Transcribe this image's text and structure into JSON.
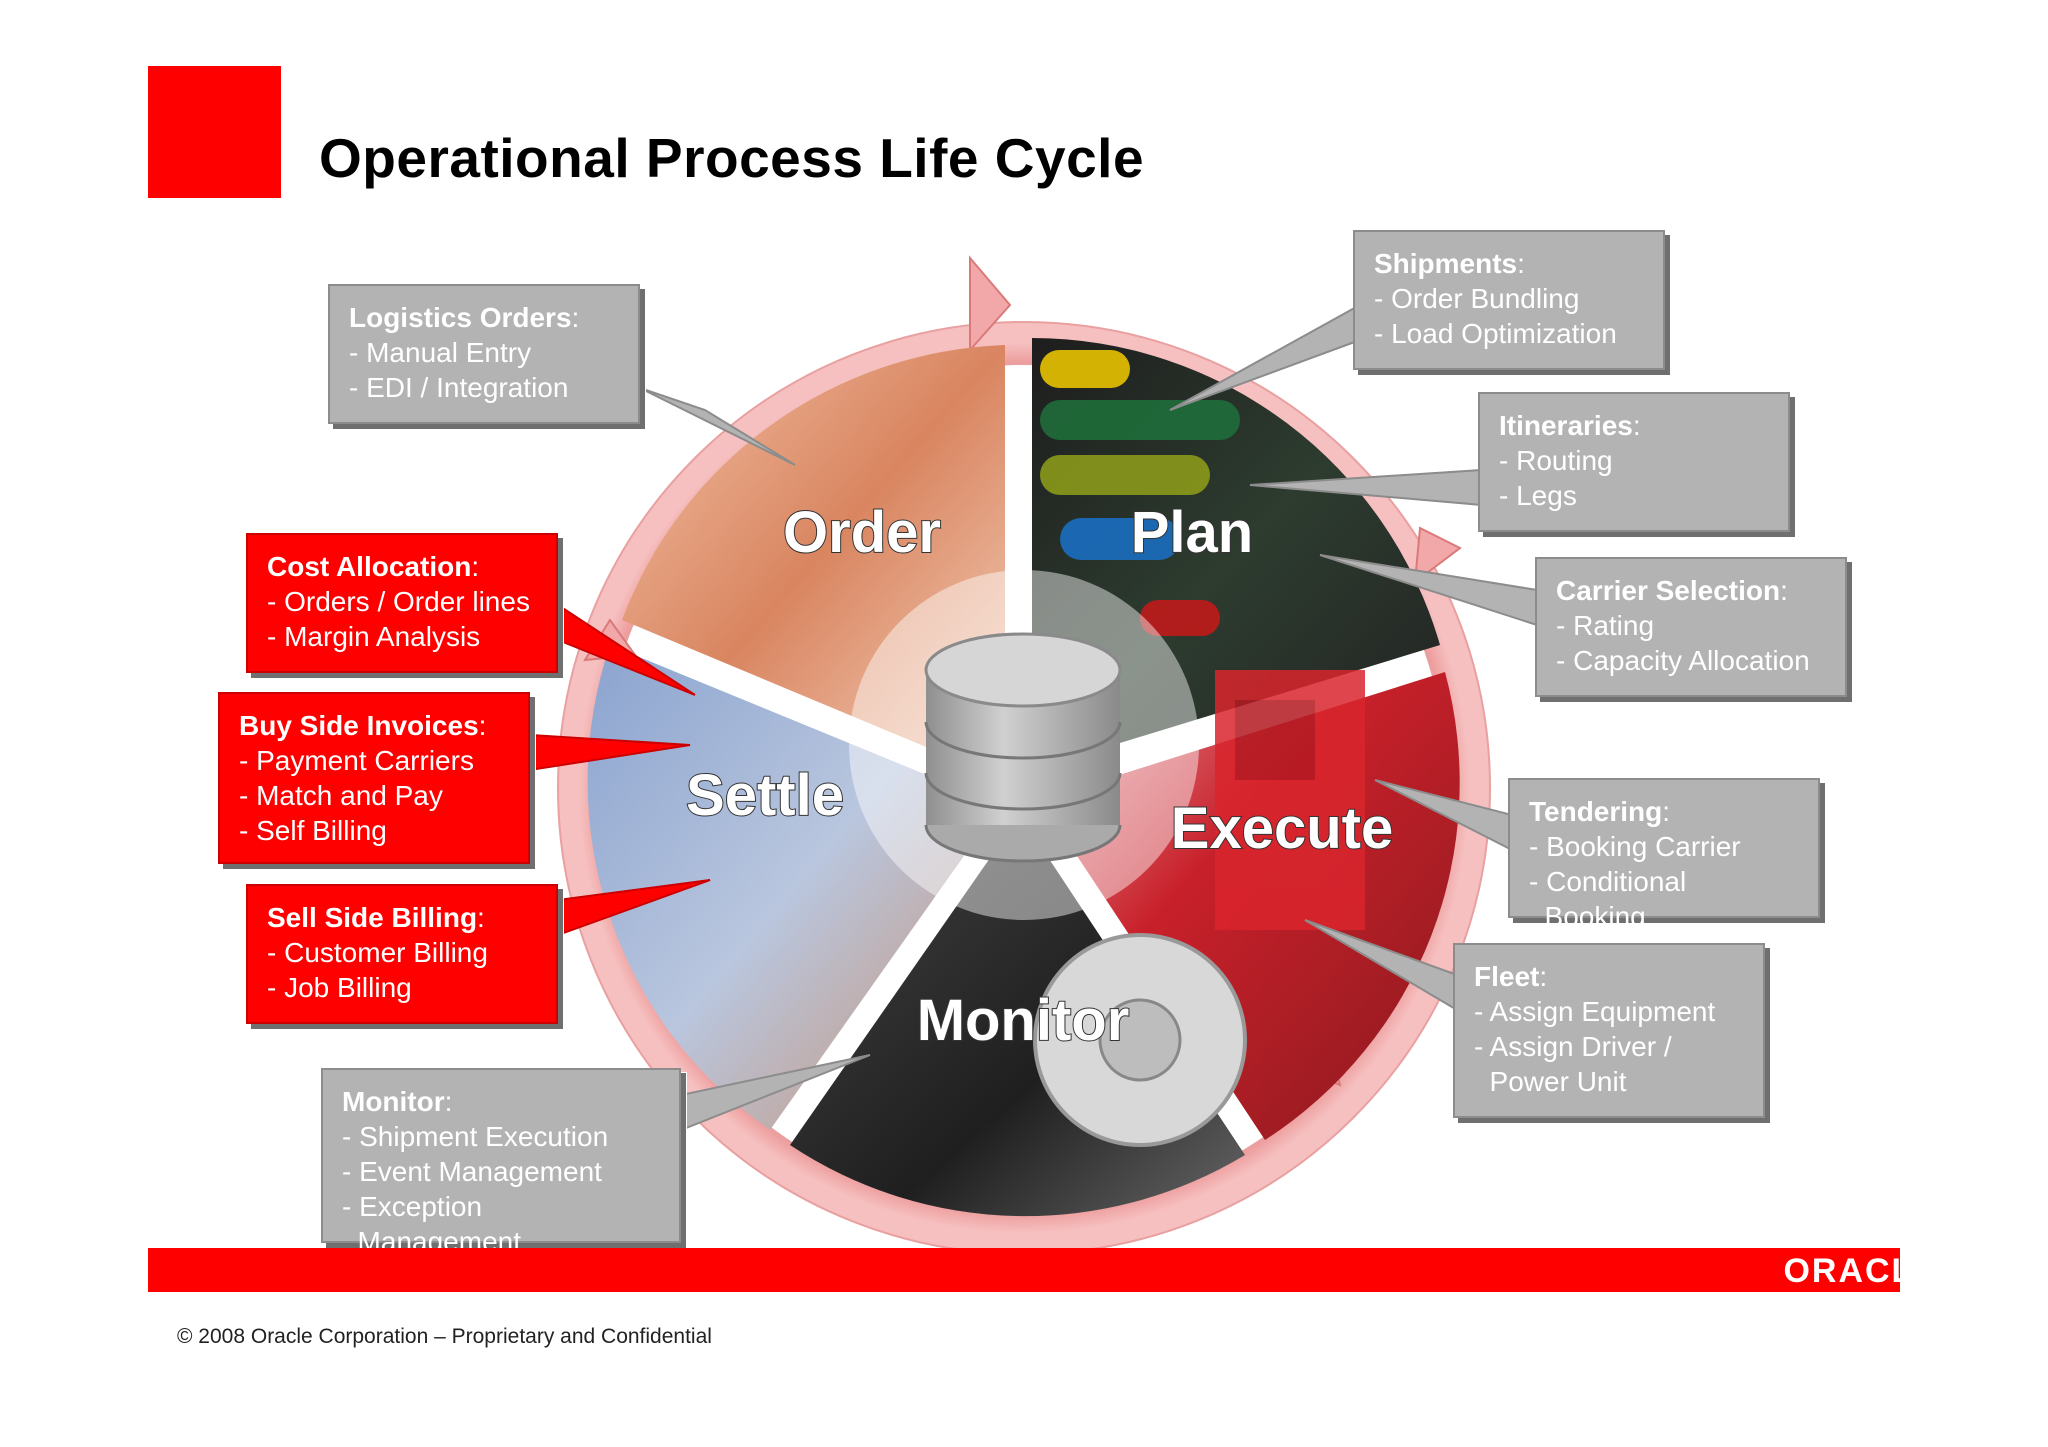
{
  "title": "Operational Process Life Cycle",
  "phases": [
    {
      "label": "Order",
      "color": "#e9a07a"
    },
    {
      "label": "Plan",
      "color": "#2a2a2a"
    },
    {
      "label": "Execute",
      "color": "#c8202a"
    },
    {
      "label": "Monitor",
      "color": "#3a3a3a"
    },
    {
      "label": "Settle",
      "color": "#7b96c2"
    }
  ],
  "callouts": {
    "logistics_orders": {
      "head": "Logistics Orders",
      "lines": [
        "- Manual Entry",
        "- EDI / Integration"
      ]
    },
    "shipments": {
      "head": "Shipments",
      "lines": [
        "- Order Bundling",
        "- Load Optimization"
      ]
    },
    "itineraries": {
      "head": "Itineraries",
      "lines": [
        "- Routing",
        "- Legs"
      ]
    },
    "carrier_selection": {
      "head": "Carrier Selection",
      "lines": [
        "- Rating",
        "- Capacity Allocation"
      ]
    },
    "tendering": {
      "head": "Tendering",
      "lines": [
        "- Booking Carrier",
        "- Conditional",
        "  Booking"
      ]
    },
    "fleet": {
      "head": "Fleet",
      "lines": [
        "- Assign Equipment",
        "- Assign Driver /",
        "  Power Unit"
      ]
    },
    "monitor": {
      "head": "Monitor",
      "lines": [
        "- Shipment Execution",
        "- Event Management",
        "- Exception",
        "  Management"
      ]
    },
    "cost_allocation": {
      "head": "Cost Allocation",
      "lines": [
        "- Orders / Order lines",
        "- Margin Analysis"
      ]
    },
    "buy_side_invoices": {
      "head": "Buy Side Invoices",
      "lines": [
        "- Payment Carriers",
        "- Match and Pay",
        "- Self Billing"
      ]
    },
    "sell_side_billing": {
      "head": "Sell Side Billing",
      "lines": [
        "- Customer Billing",
        "- Job Billing"
      ]
    }
  },
  "footer": {
    "logo": "ORACLE",
    "copyright": "© 2008 Oracle Corporation – Proprietary and Confidential"
  },
  "colors": {
    "brand_red": "#ff0000",
    "callout_gray": "#b3b3b3",
    "ring_pink": "#f0a0a0"
  }
}
